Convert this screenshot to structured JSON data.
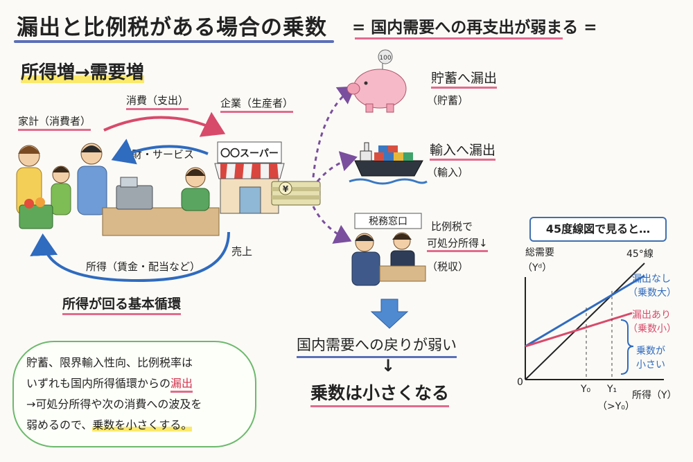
{
  "header": {
    "title": "漏出と比例税がある場合の乗数",
    "subtitle": "= 国内需要への再支出が弱まる ="
  },
  "flow": {
    "heading": "所得増→需要増",
    "household_label": "家計（消費者）",
    "firm_label": "企業（生産者）",
    "consumption_label": "消費（支出）",
    "goods_label": "財・サービス",
    "store_sign": "〇〇スーパー",
    "sales_label": "売上",
    "income_label": "所得（賃金・配当など）",
    "cycle_caption": "所得が回る基本循環",
    "yen_symbol": "¥"
  },
  "leakages": {
    "savings_title": "貯蓄へ漏出",
    "savings_sub": "（貯蓄）",
    "piggy_coin": "100",
    "imports_title": "輸入へ漏出",
    "imports_sub": "（輸入）",
    "tax_office_sign": "税務窓口",
    "tax_line1": "比例税で",
    "tax_line2": "可処分所得↓",
    "tax_sub": "（税収）"
  },
  "conclusion": {
    "weak_return": "国内需要への戻りが弱い",
    "arrow": "↓",
    "result": "乗数は小さくなる"
  },
  "note": {
    "line1": "貯蓄、限界輸入性向、比例税率は",
    "line2_pre": "いずれも国内所得循環からの",
    "line2_em": "漏出",
    "line3": "→可処分所得や次の消費への波及を",
    "line4_pre": "弱めるので、",
    "line4_em": "乗数を小さくする。"
  },
  "graph": {
    "box_title": "45度線図で見ると…",
    "y_label": "総需要",
    "y_label_sub": "（Yᵈ）",
    "x_label": "所得（Y）",
    "origin": "0",
    "line45": "45°線",
    "no_leak_1": "漏出なし",
    "no_leak_2": "（乗数大）",
    "leak_1": "漏出あり",
    "leak_2": "（乗数小）",
    "small_1": "乗数が",
    "small_2": "小さい",
    "y0": "Y₀",
    "y1": "Y₁",
    "y1_note": "（>Y₀）",
    "colors": {
      "no_leak": "#2f6bbf",
      "leak": "#d84a6a",
      "line45": "#222222"
    }
  }
}
